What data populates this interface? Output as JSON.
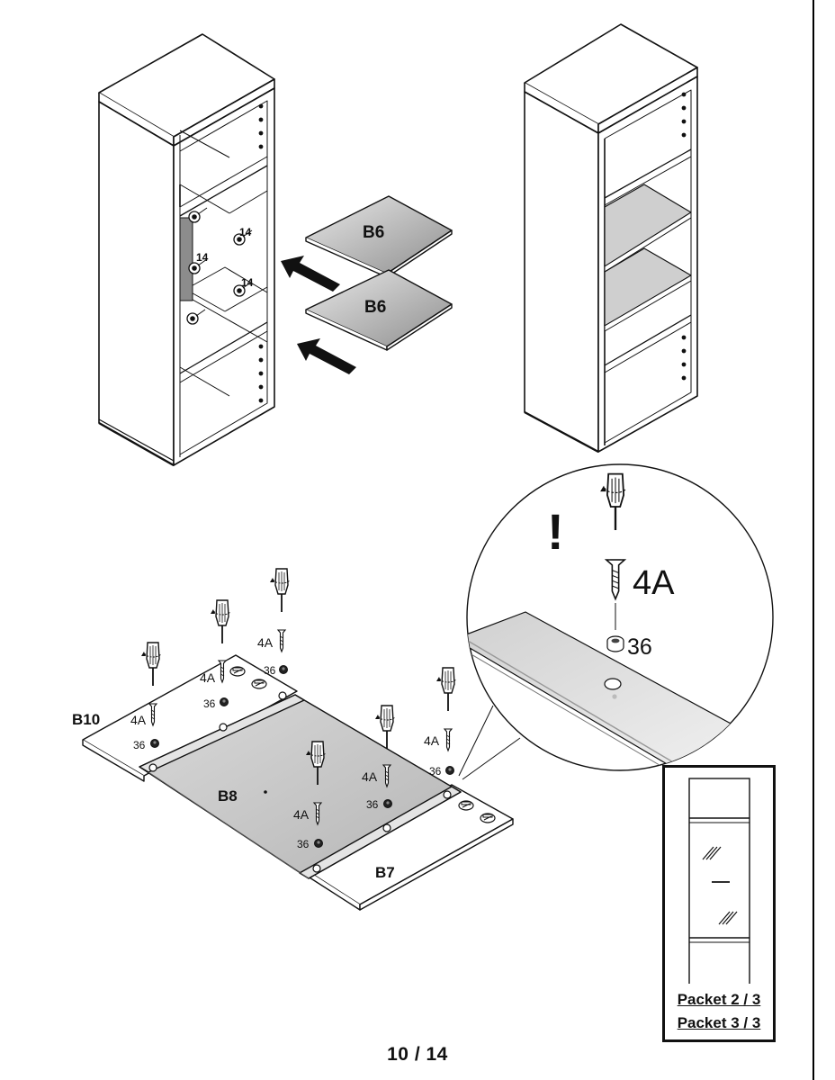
{
  "step_1": {
    "shelf_labels": [
      "B6",
      "B6"
    ],
    "pin_labels": [
      "14",
      "14",
      "14"
    ]
  },
  "step_2": {
    "panel_labels": {
      "b10": "B10",
      "b8": "B8",
      "b7": "B7"
    },
    "screw_label": "4A",
    "cap_label": "36",
    "detail": {
      "warning": "!",
      "screw": "4A",
      "cap": "36"
    }
  },
  "packets": [
    "Packet 2 / 3",
    "Packet 3 / 3"
  ],
  "page_number": "10 / 14"
}
